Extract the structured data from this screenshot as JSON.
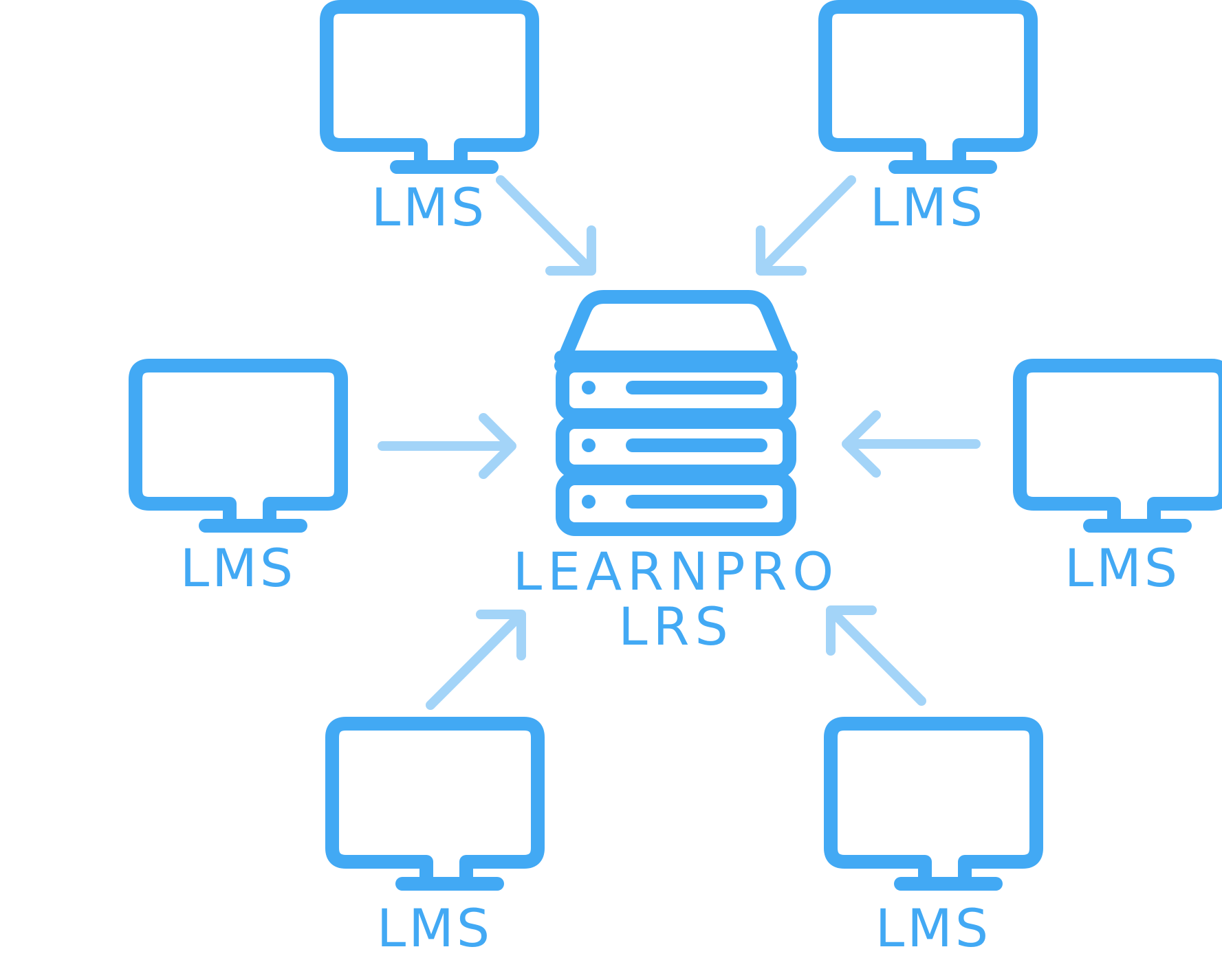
{
  "colors": {
    "primary": "#42A9F4",
    "arrow": "#A3D4F8",
    "background": "#FFFFFF"
  },
  "server": {
    "icon": "server-icon",
    "label_line1": "LEARNPRO",
    "label_line2": "LRS"
  },
  "clients": [
    {
      "id": "top-left",
      "icon": "monitor-icon",
      "label": "LMS"
    },
    {
      "id": "top-right",
      "icon": "monitor-icon",
      "label": "LMS"
    },
    {
      "id": "middle-left",
      "icon": "monitor-icon",
      "label": "LMS"
    },
    {
      "id": "middle-right",
      "icon": "monitor-icon",
      "label": "LMS"
    },
    {
      "id": "bottom-left",
      "icon": "monitor-icon",
      "label": "LMS"
    },
    {
      "id": "bottom-right",
      "icon": "monitor-icon",
      "label": "LMS"
    }
  ],
  "arrows": [
    {
      "from": "top-left",
      "to": "server",
      "icon": "arrow-icon"
    },
    {
      "from": "top-right",
      "to": "server",
      "icon": "arrow-icon"
    },
    {
      "from": "middle-left",
      "to": "server",
      "icon": "arrow-icon"
    },
    {
      "from": "middle-right",
      "to": "server",
      "icon": "arrow-icon"
    },
    {
      "from": "bottom-left",
      "to": "server",
      "icon": "arrow-icon"
    },
    {
      "from": "bottom-right",
      "to": "server",
      "icon": "arrow-icon"
    }
  ]
}
